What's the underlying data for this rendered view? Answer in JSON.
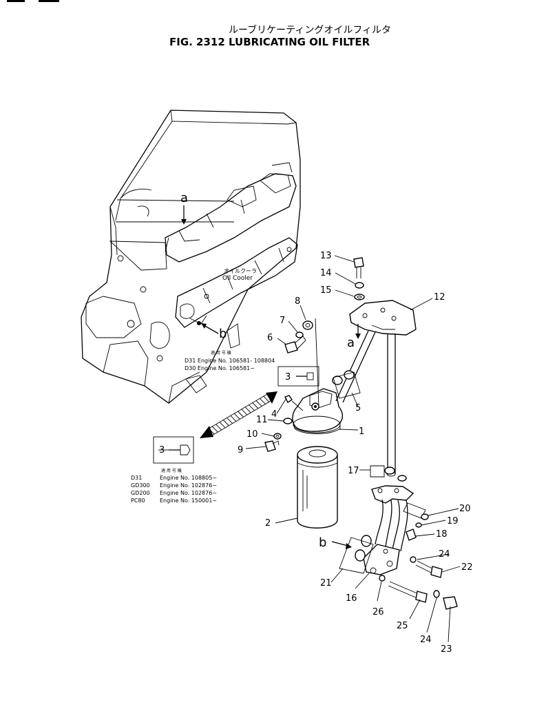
{
  "header": {
    "jp_title": "ルーブリケーティングオイルフィルタ",
    "title": "FIG. 2312  LUBRICATING OIL FILTER"
  },
  "views": {
    "a": "a",
    "b": "b"
  },
  "oil_cooler": {
    "jp": "オイルクーラ",
    "en": "Oil  Cooler"
  },
  "serial_box_1": {
    "jp_heading": "適 用 号 機",
    "rows": [
      "D31  Engine  No.  106581- 108804",
      "D30  Engine  No.  106581~"
    ]
  },
  "serial_box_2": {
    "jp_heading": "適 用 号 機",
    "rows": [
      [
        "D31",
        "Engine  No.  108805~"
      ],
      [
        "GD300",
        "Engine  No.  102876~"
      ],
      [
        "GD200",
        "Engine  No.  102876~"
      ],
      [
        "PC80",
        "Engine  No.  150001~"
      ]
    ]
  },
  "callouts": [
    "1",
    "2",
    "3",
    "3",
    "4",
    "5",
    "6",
    "7",
    "8",
    "9",
    "10",
    "11",
    "12",
    "13",
    "14",
    "15",
    "16",
    "17",
    "18",
    "19",
    "20",
    "21",
    "22",
    "23",
    "24",
    "24",
    "25",
    "26"
  ]
}
